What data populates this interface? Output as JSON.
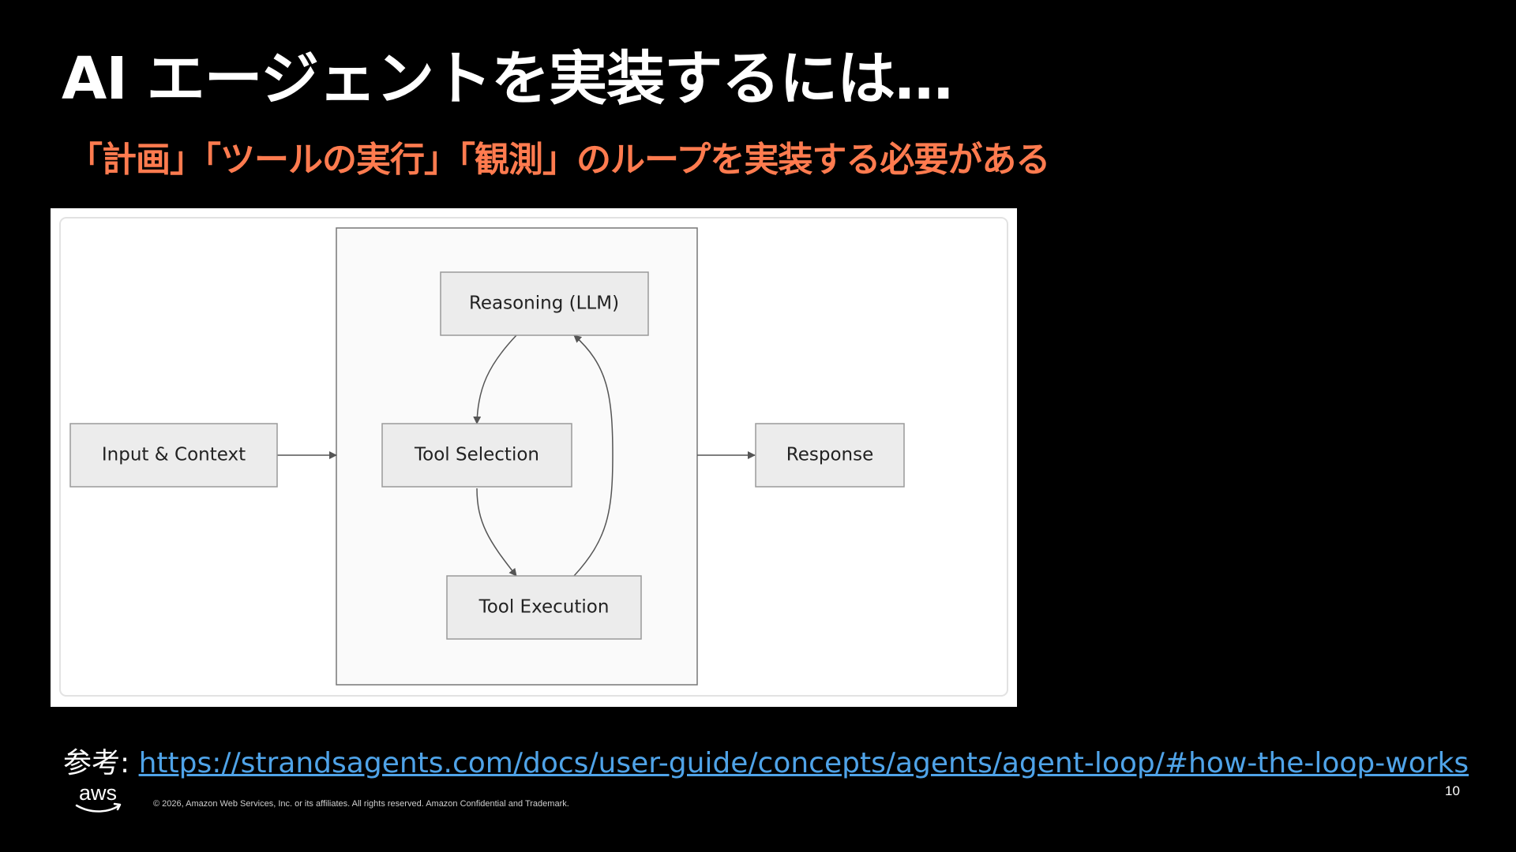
{
  "slide": {
    "title": "AI エージェントを実装するには…",
    "subtitle": "「計画」「ツールの実行」「観測」のループを実装する必要がある",
    "page_number": "10"
  },
  "diagram": {
    "nodes": {
      "input": "Input & Context",
      "reasoning": "Reasoning (LLM)",
      "tool_selection": "Tool Selection",
      "tool_execution": "Tool Execution",
      "response": "Response"
    }
  },
  "reference": {
    "label": "参考: ",
    "url": "https://strandsagents.com/docs/user-guide/concepts/agents/agent-loop/#how-the-loop-works"
  },
  "footer": {
    "logo_text": "aws",
    "copyright": "© 2026, Amazon Web Services, Inc. or its affiliates. All rights reserved. Amazon Confidential and Trademark."
  },
  "colors": {
    "background": "#000000",
    "title": "#ffffff",
    "subtitle": "#ff7b4f",
    "link": "#4fa3e8",
    "node_fill": "#ececec",
    "node_stroke": "#9a9a9a",
    "loop_fill": "#fafafa"
  }
}
